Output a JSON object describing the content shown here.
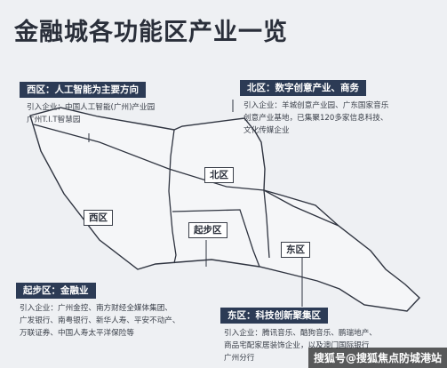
{
  "title": "金融城各功能区产业一览",
  "west": {
    "tag": "西区：人工智能为主要方向",
    "lines": [
      "引入企业：中国人工智能(广州)产业园",
      "广州T.I.T智慧园"
    ],
    "label": "西区"
  },
  "north": {
    "tag": "北区：数字创意产业、商务",
    "lines": [
      "引入企业：羊城创意产业园、广东国家音乐",
      "创意产业基地，已集聚120多家信息科技、",
      "文化传媒企业"
    ],
    "label": "北区"
  },
  "qibu": {
    "tag": "起步区：金融业",
    "lines": [
      "引入企业：广州金控、南方财经全媒体集团、",
      "广发银行、南粤银行、新华人寿、平安不动产、",
      "万联证券、中国人寿太平洋保险等"
    ],
    "label": "起步区"
  },
  "east": {
    "tag": "东区：科技创新聚集区",
    "lines": [
      "引入企业：腾讯音乐、酷狗音乐、鹏瑞地产、",
      "商品宅配家居装饰企业，以及澳门国际银行",
      "广州分行"
    ],
    "label": "东区"
  },
  "watermark": "搜狐号@搜狐焦点防城港站",
  "colors": {
    "tag_bg": "#2c3b55",
    "boundary": "#2f3440",
    "background": "#eef0f3"
  }
}
